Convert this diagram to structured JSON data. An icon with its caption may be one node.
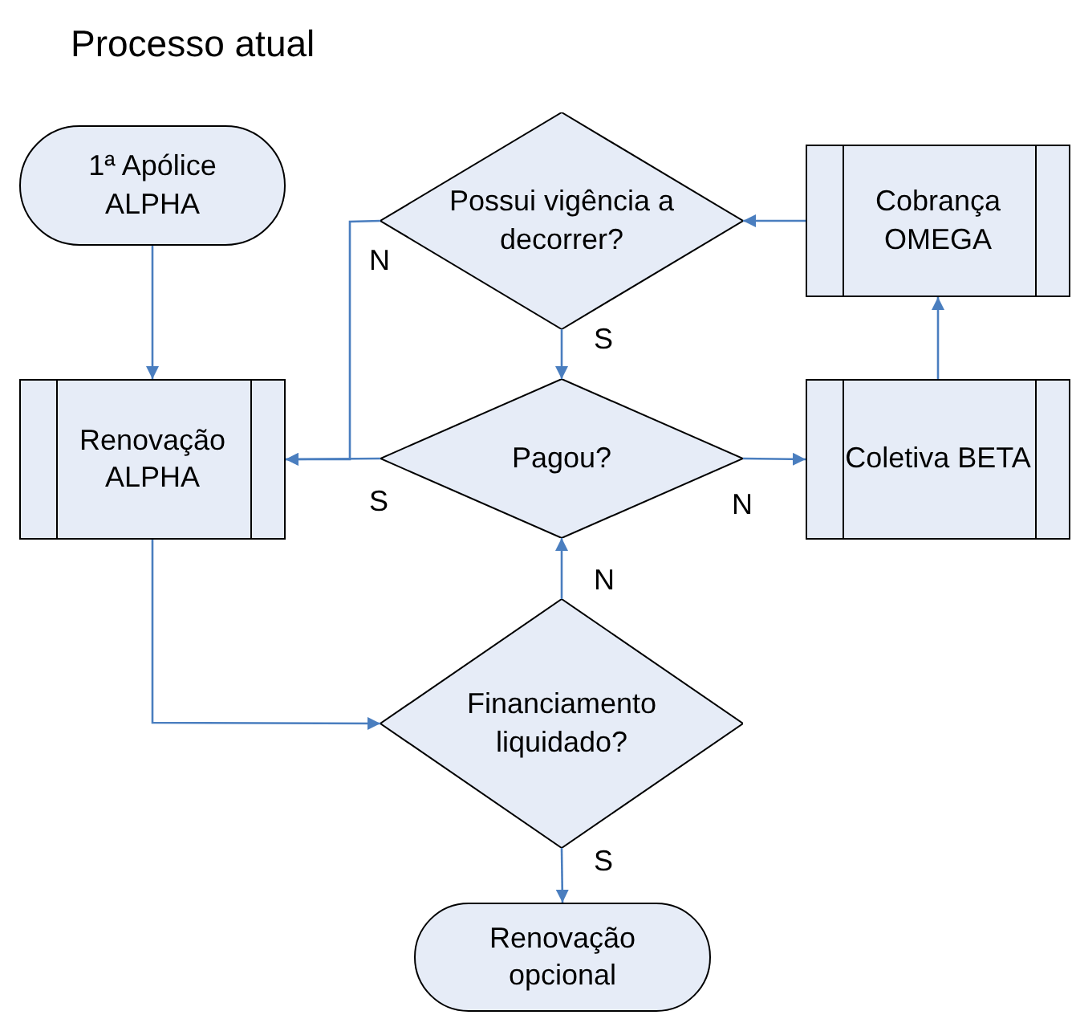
{
  "diagram": {
    "title": "Processo atual",
    "nodes": [
      {
        "text": [
          "1ª Apólice ALPHA"
        ]
      },
      {
        "text": [
          "Renovação ALPHA"
        ]
      },
      {
        "text": [
          "Possui vigência a decorrer?"
        ]
      },
      {
        "text": [
          "Pagou?"
        ]
      },
      {
        "text": [
          "Cobrança OMEGA"
        ]
      },
      {
        "text": [
          "Coletiva BETA"
        ]
      },
      {
        "text": [
          "Financiamento liquidado?"
        ]
      },
      {
        "text": [
          "Renovação opcional"
        ]
      }
    ],
    "edges": [
      {
        "from": 0,
        "to": 1,
        "arrow": "to"
      },
      {
        "from": 3,
        "to": 1,
        "arrow": "to",
        "label": "S"
      },
      {
        "from": 2,
        "to": 1,
        "arrow": "to",
        "label": "N"
      },
      {
        "from": 2,
        "to": 3,
        "arrow": "to",
        "label": "S"
      },
      {
        "from": 3,
        "to": 5,
        "arrow": "to",
        "label": "N"
      },
      {
        "from": 5,
        "to": 4,
        "arrow": "to"
      },
      {
        "from": 4,
        "to": 2,
        "arrow": "to"
      },
      {
        "from": 1,
        "to": 6,
        "arrow": "to"
      },
      {
        "from": 6,
        "to": 3,
        "arrow": "to",
        "label": "N"
      },
      {
        "from": 6,
        "to": 7,
        "arrow": "to",
        "label": "S"
      }
    ]
  }
}
